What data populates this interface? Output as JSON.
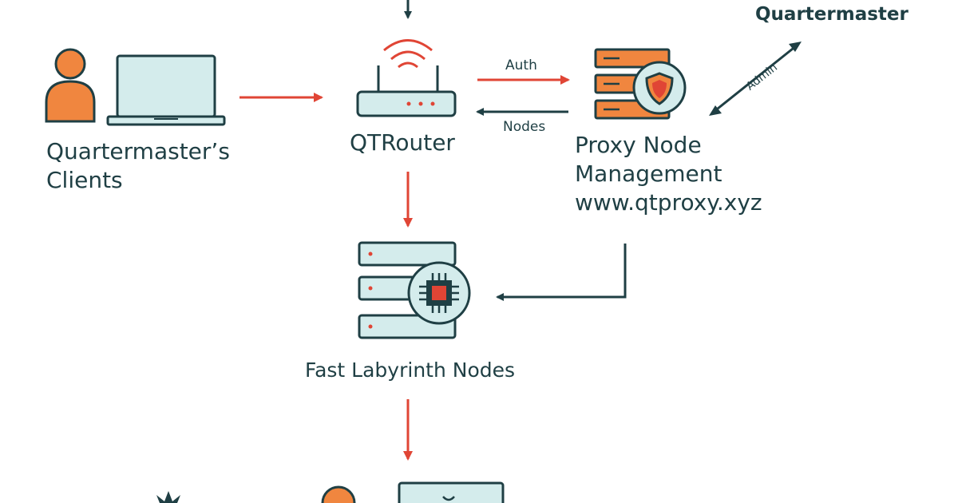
{
  "nodes": {
    "clients": {
      "line1": "Quartermaster’s",
      "line2": "Clients"
    },
    "router": {
      "label": "QTRouter"
    },
    "proxy": {
      "line1": "Proxy Node",
      "line2": "Management",
      "line3": "www.qtproxy.xyz"
    },
    "quartermaster": {
      "label": "Quartermaster"
    },
    "labyrinth": {
      "label": "Fast Labyrinth Nodes"
    }
  },
  "edges": {
    "auth": "Auth",
    "nodes": "Nodes",
    "admin": "Admin"
  },
  "colors": {
    "teal_fill": "#d4ecec",
    "teal_stroke": "#1f3f44",
    "orange": "#f0863f",
    "red": "#e04535"
  }
}
